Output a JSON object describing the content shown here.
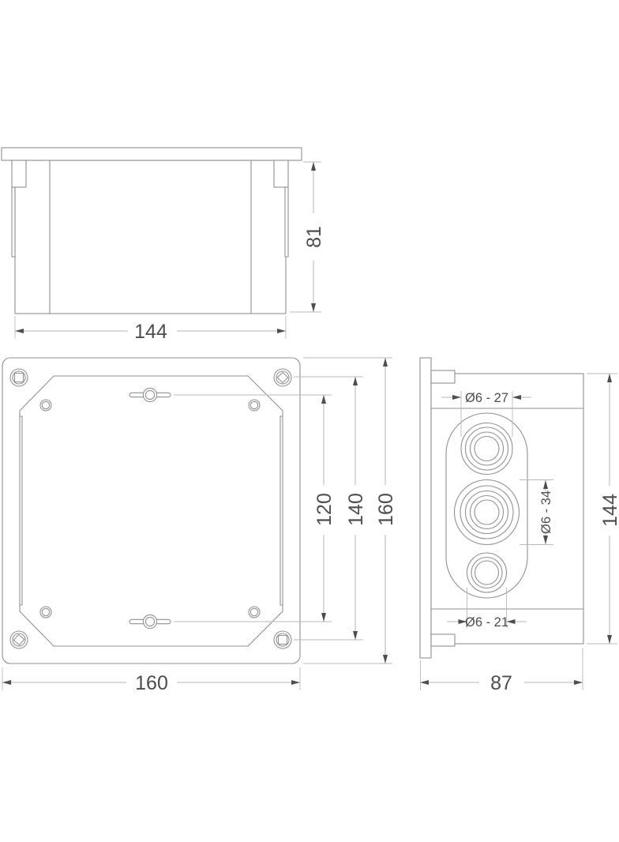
{
  "drawing": {
    "type": "technical-dimension-drawing",
    "subject": "flush-mounted junction box, three orthographic views",
    "colors": {
      "background": "#ffffff",
      "outline": "#8f9193",
      "dimension_lines": "#b3b5b7",
      "dimension_text": "#4c4d4f"
    },
    "views": {
      "top": {
        "label": "top-view",
        "width_label": "144",
        "height_label": "81"
      },
      "front": {
        "label": "front-view",
        "width_label": "160",
        "height_outer_label": "160",
        "height_screws_label": "140",
        "height_slots_label": "120"
      },
      "side": {
        "label": "side-view",
        "depth_label": "87",
        "height_label": "144",
        "knockout_top_label": "Ø6 - 27",
        "knockout_middle_label": "Ø6 - 34",
        "knockout_bottom_label": "Ø6 - 21"
      }
    }
  }
}
